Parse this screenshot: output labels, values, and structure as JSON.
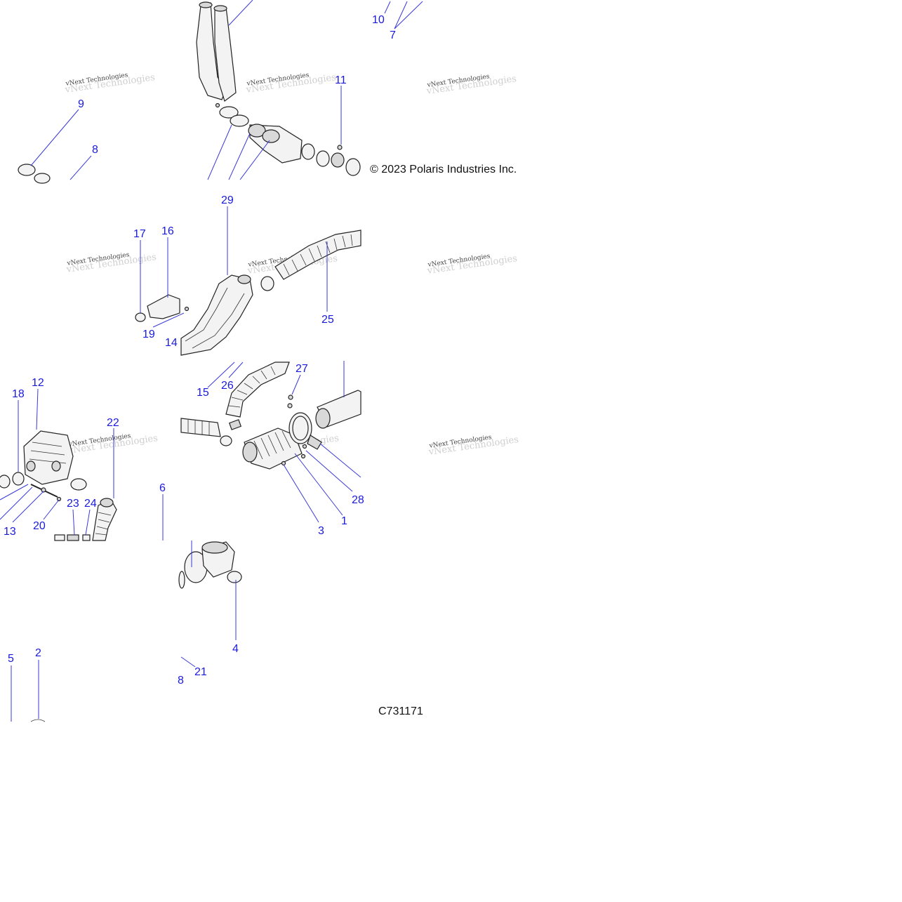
{
  "copyright": "© 2023 Polaris Industries Inc.",
  "diagram_code": "C731171",
  "watermark": "vNext Technologies",
  "colors": {
    "callout": "#1a1adc",
    "leader": "#3a3ad8",
    "line_art": "#222222"
  },
  "callouts": [
    {
      "id": "c10",
      "label": "10"
    },
    {
      "id": "c7",
      "label": "7"
    },
    {
      "id": "c9",
      "label": "9"
    },
    {
      "id": "c8",
      "label": "8"
    },
    {
      "id": "c11",
      "label": "11"
    },
    {
      "id": "c29",
      "label": "29"
    },
    {
      "id": "c17",
      "label": "17"
    },
    {
      "id": "c16",
      "label": "16"
    },
    {
      "id": "c19",
      "label": "19"
    },
    {
      "id": "c14",
      "label": "14"
    },
    {
      "id": "c25",
      "label": "25"
    },
    {
      "id": "c27",
      "label": "27"
    },
    {
      "id": "c15",
      "label": "15"
    },
    {
      "id": "c26",
      "label": "26"
    },
    {
      "id": "c12",
      "label": "12"
    },
    {
      "id": "c18",
      "label": "18"
    },
    {
      "id": "c22",
      "label": "22"
    },
    {
      "id": "c28",
      "label": "28"
    },
    {
      "id": "c1",
      "label": "1"
    },
    {
      "id": "c3",
      "label": "3"
    },
    {
      "id": "c6",
      "label": "6"
    },
    {
      "id": "c23",
      "label": "23"
    },
    {
      "id": "c24",
      "label": "24"
    },
    {
      "id": "c13",
      "label": "13"
    },
    {
      "id": "c20",
      "label": "20"
    },
    {
      "id": "c4",
      "label": "4"
    },
    {
      "id": "c5",
      "label": "5"
    },
    {
      "id": "c2",
      "label": "2"
    },
    {
      "id": "c21",
      "label": "21"
    },
    {
      "id": "c18b",
      "label": "8"
    }
  ]
}
